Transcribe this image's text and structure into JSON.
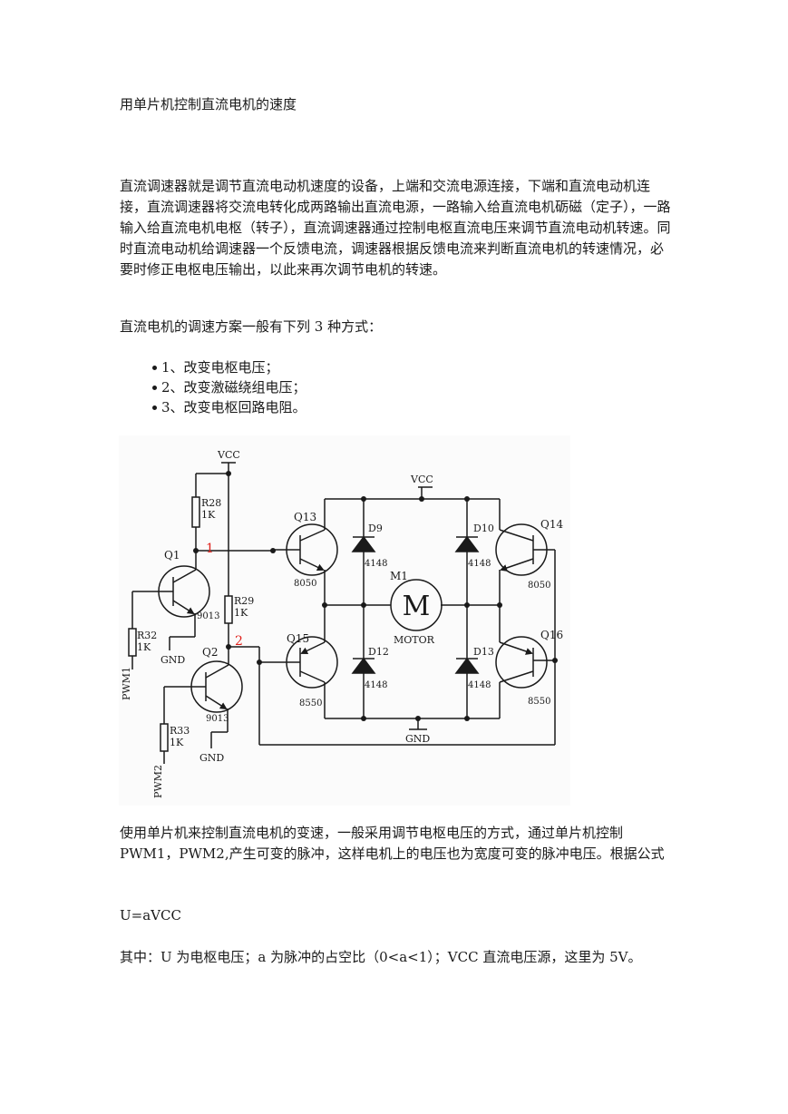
{
  "doc": {
    "title": "用单片机控制直流电机的速度",
    "para1": "直流调速器就是调节直流电动机速度的设备，上端和交流电源连接，下端和直流电动机连接，直流调速器将交流电转化成两路输出直流电源，一路输入给直流电机砺磁（定子），一路输入给直流电机电枢（转子），直流调速器通过控制电枢直流电压来调节直流电动机转速。同时直流电动机给调速器一个反馈电流，调速器根据反馈电流来判断直流电机的转速情况，必要时修正电枢电压输出，以此来再次调节电机的转速。",
    "para2": "直流电机的调速方案一般有下列 3 种方式：",
    "list": [
      "1、改变电枢电压；",
      "2、改变激磁绕组电压；",
      "3、改变电枢回路电阻。"
    ],
    "para3": "使用单片机来控制直流电机的变速，一般采用调节电枢电压的方式，通过单片机控制 PWM1，PWM2,产生可变的脉冲，这样电机上的电压也为宽度可变的脉冲电压。根据公式",
    "formula": "U=aVCC",
    "para4": "其中：U 为电枢电压；a 为脉冲的占空比（0<a<1）；VCC 直流电压源，这里为 5V。"
  },
  "circuit": {
    "vcc_left": "VCC",
    "vcc_right": "VCC",
    "gnd_q1": "GND",
    "gnd_q2": "GND",
    "gnd_bridge": "GND",
    "r28": "R28",
    "r28_val": "1K",
    "r29": "R29",
    "r29_val": "1K",
    "r32": "R32",
    "r32_val": "1K",
    "r33": "R33",
    "r33_val": "1K",
    "q1": "Q1",
    "q1_type": "9013",
    "q2": "Q2",
    "q2_type": "9013",
    "q13": "Q13",
    "q13_type": "8050",
    "q14": "Q14",
    "q14_type": "8050",
    "q15": "Q15",
    "q15_type": "8550",
    "q16": "Q16",
    "q16_type": "8550",
    "d9": "D9",
    "d10": "D10",
    "d12": "D12",
    "d13": "D13",
    "d_type": "4148",
    "motor_ref": "M1",
    "motor_symbol": "M",
    "motor_label": "MOTOR",
    "pwm1": "PWM1",
    "pwm2": "PWM2",
    "mark1": "1",
    "mark2": "2",
    "mark_color": "#e0201a"
  }
}
